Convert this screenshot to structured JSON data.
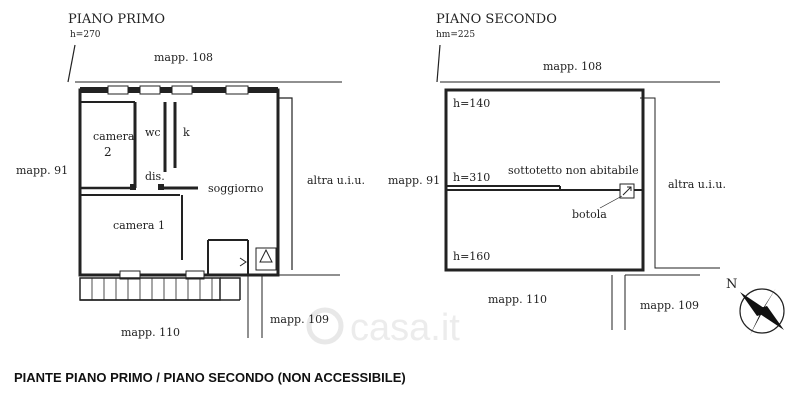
{
  "first_floor": {
    "title": "PIANO PRIMO",
    "height": "h=270",
    "north": "mapp. 108",
    "west": "mapp. 91",
    "south": "mapp. 110",
    "southeast": "mapp. 109",
    "east": "altra u.i.u.",
    "rooms": {
      "camera2_a": "camera",
      "camera2_b": "2",
      "wc": "wc",
      "kitchen": "k",
      "dis": "dis.",
      "soggiorno": "soggiorno",
      "camera1": "camera 1"
    }
  },
  "second_floor": {
    "title": "PIANO SECONDO",
    "height": "hm=225",
    "north": "mapp. 108",
    "west": "mapp. 91",
    "south": "mapp. 110",
    "southeast": "mapp. 109",
    "east": "altra u.i.u.",
    "h_top": "h=140",
    "h_mid": "h=310",
    "h_bottom": "h=160",
    "attic": "sottotetto non abitabile",
    "hatch": "botola"
  },
  "compass": {
    "label": "N"
  },
  "watermark": "casa.it",
  "caption": "PIANTE PIANO PRIMO / PIANO SECONDO (NON ACCESSIBILE)"
}
